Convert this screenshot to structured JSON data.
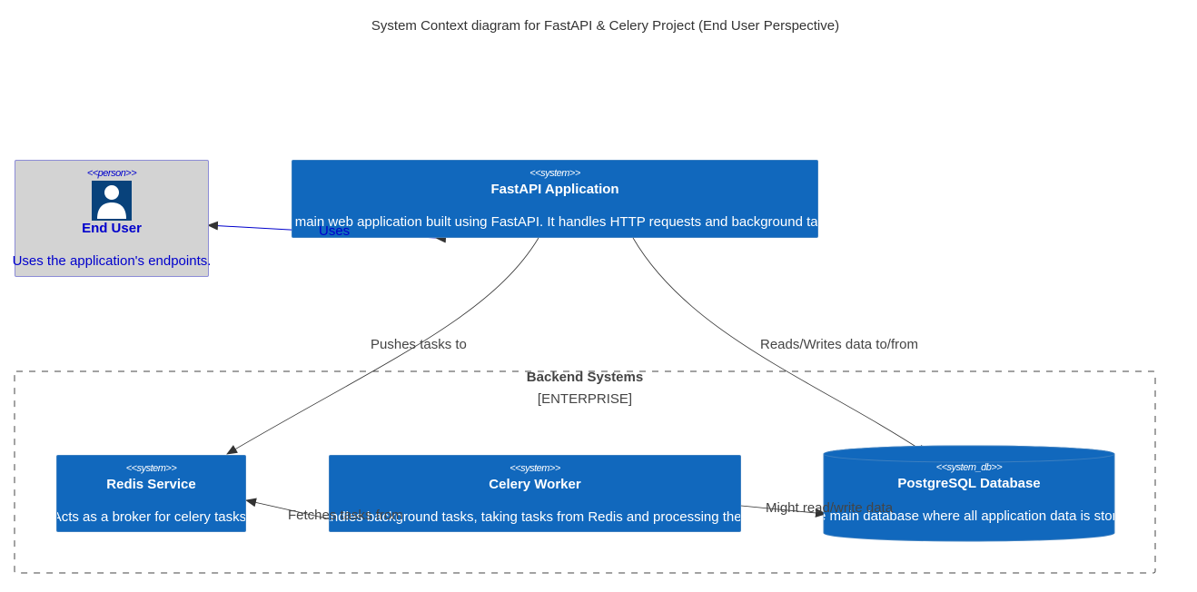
{
  "title": "System Context diagram for FastAPI & Celery Project (End User Perspective)",
  "nodes": {
    "end_user": {
      "stereotype": "<<person>>",
      "name": "End User",
      "description": "Uses the application's endpoints.",
      "icon": "person-icon"
    },
    "fastapi": {
      "stereotype": "<<system>>",
      "name": "FastAPI Application",
      "description": "The main web application built using FastAPI. It handles HTTP requests and background tasks."
    },
    "redis": {
      "stereotype": "<<system>>",
      "name": "Redis Service",
      "description": "Acts as a broker for celery tasks."
    },
    "celery": {
      "stereotype": "<<system>>",
      "name": "Celery Worker",
      "description": "Handles background tasks, taking tasks from Redis and processing them."
    },
    "postgres": {
      "stereotype": "<<system_db>>",
      "name": "PostgreSQL Database",
      "description": "The main database where all application data is stored."
    }
  },
  "boundary": {
    "name": "Backend Systems",
    "type": "[ENTERPRISE]"
  },
  "relations": {
    "uses": "Uses",
    "pushes": "Pushes tasks to",
    "reads_writes": "Reads/Writes data to/from",
    "fetches": "Fetches tasks from",
    "might": "Might read/write data"
  },
  "colors": {
    "system": "#1168bd",
    "person_bg": "#d3d3d3",
    "person_text": "#0000cc",
    "person_icon": "#08427b",
    "edge": "#333333",
    "boundary": "#444444"
  }
}
